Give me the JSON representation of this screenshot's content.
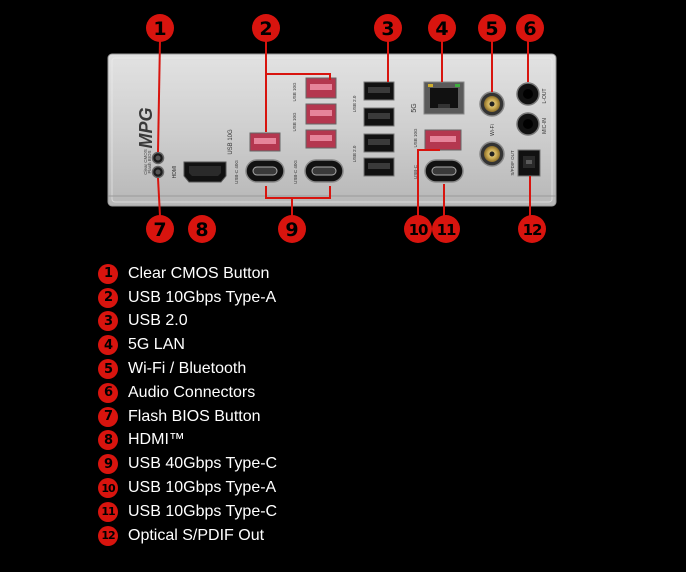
{
  "brand_logo": "MPG",
  "panel_labels": {
    "clear_cmos": "Clear CMOS",
    "flash_bios": "Flash BIOS",
    "hdmi": "HDMI",
    "usb_10g_top": "USB 10G",
    "usb_10g_main": "USB 10G",
    "usb_10g_mid": "USB 10G",
    "usb_c_40g_left": "USB-C 40G",
    "usb_c_40g_right": "USB-C 40G",
    "usb_2_top": "USB 2.0",
    "usb_2_bottom": "USB 2.0",
    "lan_5g": "5G",
    "usb_10g_right": "USB 10G",
    "usb_c_right": "USB-C",
    "wifi": "Wi-Fi",
    "line_out": "L-OUT",
    "mic_in": "MIC-IN",
    "spdif_out": "S/PDIF OUT"
  },
  "callouts": [
    "1",
    "2",
    "3",
    "4",
    "5",
    "6",
    "7",
    "8",
    "9",
    "10",
    "11",
    "12"
  ],
  "legend": [
    {
      "num": "1",
      "label": "Clear CMOS Button"
    },
    {
      "num": "2",
      "label": "USB 10Gbps Type-A"
    },
    {
      "num": "3",
      "label": "USB 2.0"
    },
    {
      "num": "4",
      "label": "5G LAN"
    },
    {
      "num": "5",
      "label": "Wi-Fi / Bluetooth"
    },
    {
      "num": "6",
      "label": "Audio Connectors"
    },
    {
      "num": "7",
      "label": "Flash BIOS Button"
    },
    {
      "num": "8",
      "label": "HDMI™"
    },
    {
      "num": "9",
      "label": "USB 40Gbps Type-C"
    },
    {
      "num": "10",
      "label": "USB 10Gbps Type-A"
    },
    {
      "num": "11",
      "label": "USB 10Gbps Type-C"
    },
    {
      "num": "12",
      "label": "Optical S/PDIF Out"
    }
  ],
  "colors": {
    "accent_red": "#d8140e",
    "panel_silver": "#c9c9c9",
    "port_black": "#151515",
    "usb_10g_red": "#c7425a"
  }
}
